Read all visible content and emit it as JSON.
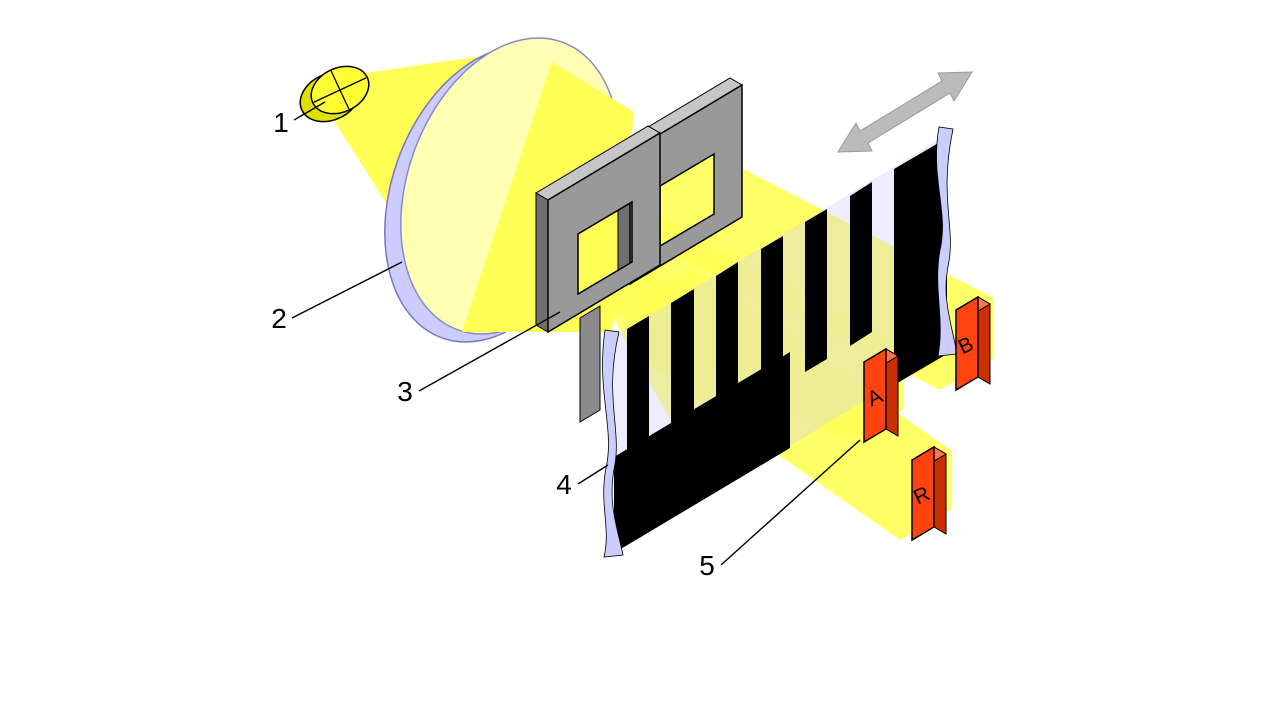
{
  "figure": {
    "type": "optical-encoder-principle-diagram",
    "background": "#ffffff",
    "callouts": [
      {
        "number": "1",
        "component": "light-source"
      },
      {
        "number": "2",
        "component": "condenser-lens"
      },
      {
        "number": "3",
        "component": "aperture-mask"
      },
      {
        "number": "4",
        "component": "code-scale-grating"
      },
      {
        "number": "5",
        "component": "photodetector"
      }
    ],
    "detectors": [
      {
        "label": "A"
      },
      {
        "label": "B"
      },
      {
        "label": "R"
      }
    ],
    "colors": {
      "beam_yellow": "#ffff55",
      "lamp_yellow": "#ffff33",
      "lens_fill": "#ffffb3",
      "lens_rim": "#ccccff",
      "mask_gray": "#999999",
      "mask_gray_dark": "#6f6f6f",
      "mask_gray_light": "#c6c6c6",
      "scale_edge": "#ccccff",
      "stripe_black": "#000000",
      "detector_orange": "#ff4411",
      "detector_orange_dark": "#cc2e00",
      "detector_orange_light": "#ff7744",
      "motion_arrow_gray": "#bbbbbb"
    }
  }
}
